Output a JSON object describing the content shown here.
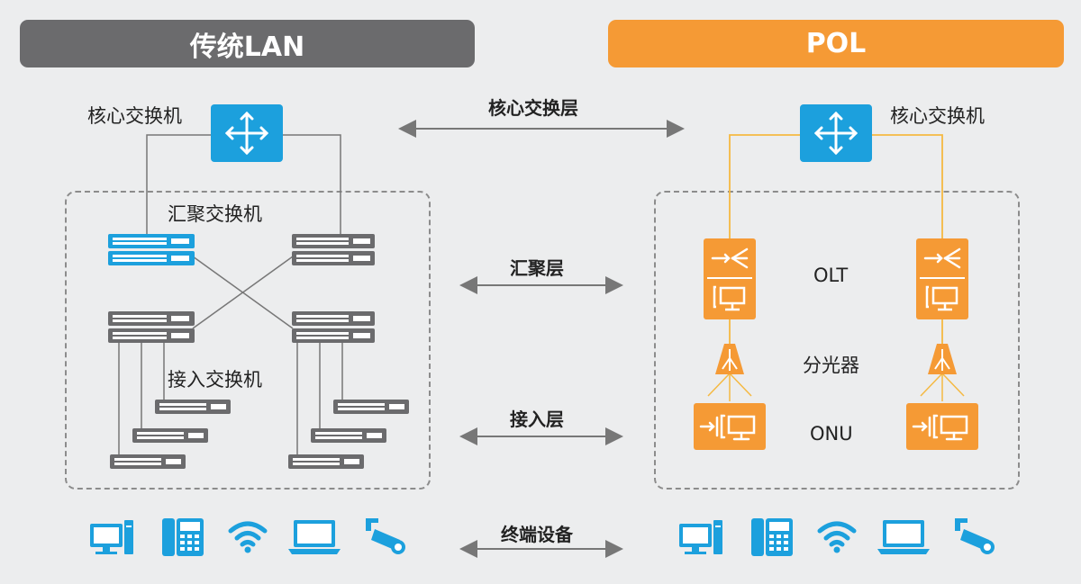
{
  "banners": {
    "left": "传统LAN",
    "right": "POL"
  },
  "labels": {
    "lan_core": "核心交换机",
    "lan_agg": "汇聚交换机",
    "lan_access": "接入交换机",
    "pol_core": "核心交换机",
    "olt": "OLT",
    "splitter": "分光器",
    "onu": "ONU"
  },
  "layers": {
    "core": "核心交换层",
    "aggregation": "汇聚层",
    "access": "接入层",
    "terminal": "终端设备"
  },
  "colors": {
    "blue": "#1ca0dd",
    "orange": "#f59a35",
    "gray": "#6b6b6d",
    "fiber": "#f5b942"
  },
  "terminal_icons": [
    "desktop-icon",
    "ip-phone-icon",
    "wifi-icon",
    "laptop-icon",
    "camera-icon"
  ]
}
